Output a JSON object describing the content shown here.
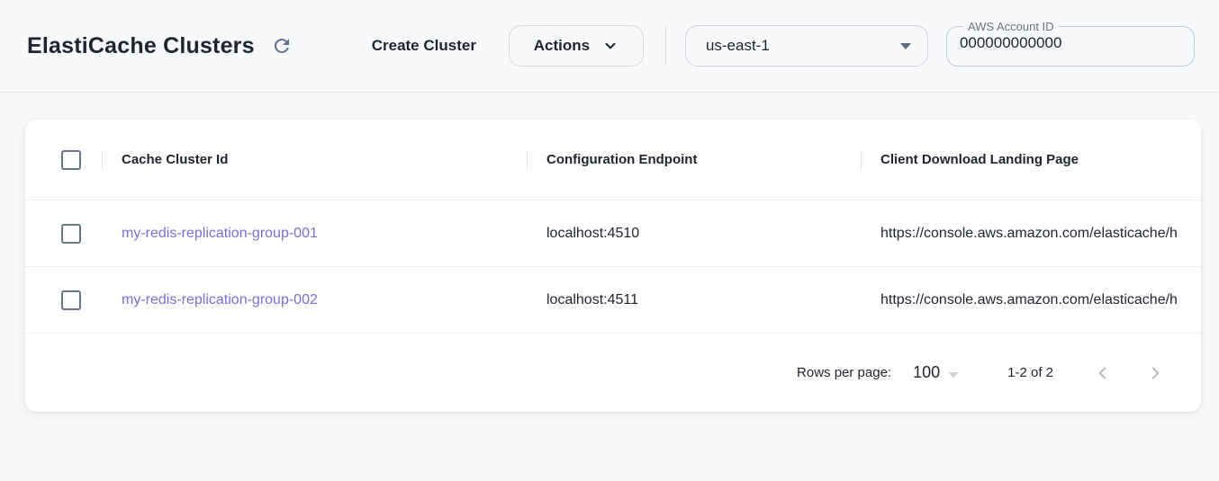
{
  "header": {
    "title": "ElastiCache Clusters",
    "create_button_label": "Create Cluster",
    "actions_button_label": "Actions",
    "region_selected": "us-east-1",
    "account_field": {
      "label": "AWS Account ID",
      "value": "000000000000"
    }
  },
  "icons": {
    "refresh": "refresh-icon",
    "actions_chevron": "chevron-down-icon",
    "region_caret": "caret-down-icon",
    "rows_per_page_caret": "caret-down-icon",
    "prev_page": "chevron-left-icon",
    "next_page": "chevron-right-icon"
  },
  "table": {
    "columns": [
      "Cache Cluster Id",
      "Configuration Endpoint",
      "Client Download Landing Page"
    ],
    "rows": [
      {
        "cache_cluster_id": "my-redis-replication-group-001",
        "configuration_endpoint": "localhost:4510",
        "client_download_landing_page": "https://console.aws.amazon.com/elasticache/h"
      },
      {
        "cache_cluster_id": "my-redis-replication-group-002",
        "configuration_endpoint": "localhost:4511",
        "client_download_landing_page": "https://console.aws.amazon.com/elasticache/h"
      }
    ]
  },
  "pagination": {
    "rows_per_page_label": "Rows per page:",
    "rows_per_page_value": "100",
    "range_label": "1-2 of 2"
  },
  "colors": {
    "link": "#7c6bdb",
    "checkbox_border": "#64748b",
    "text_primary": "#1f2430",
    "text_secondary": "#6b7280",
    "page_background": "#f8f9fb",
    "card_background": "#ffffff",
    "divider": "#eef0f2"
  }
}
